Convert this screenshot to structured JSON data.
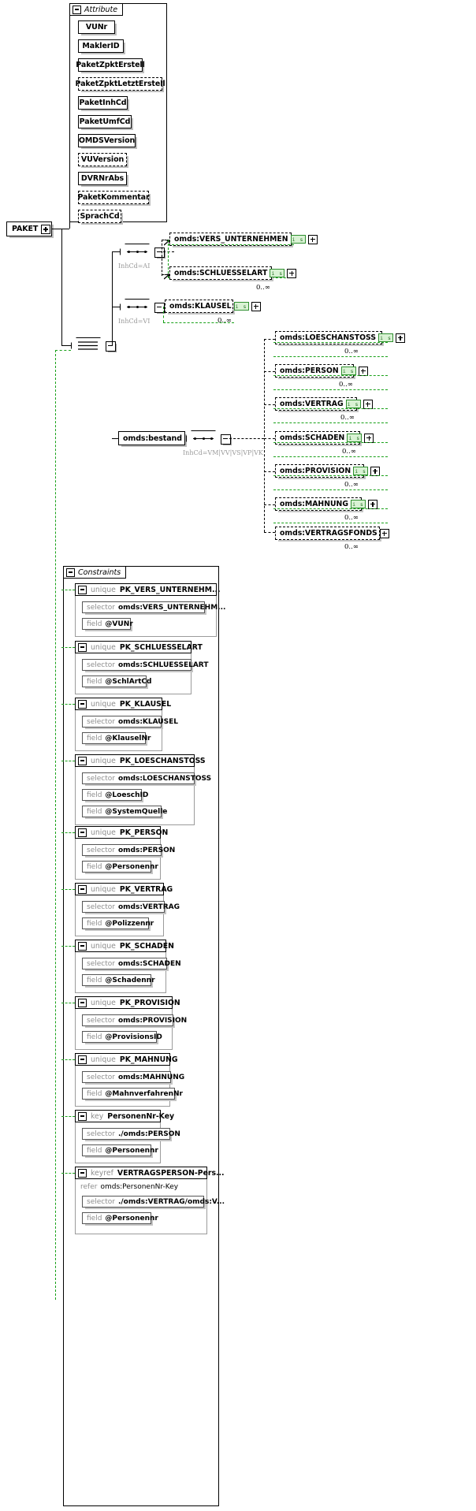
{
  "diagram": {
    "root_element": "PAKET",
    "attribute_group": {
      "title": "Attribute",
      "collapse_icon": "minus-icon",
      "attributes": [
        {
          "name": "VUNr",
          "optional": false
        },
        {
          "name": "MaklerID",
          "optional": false
        },
        {
          "name": "PaketZpktErstell",
          "optional": false
        },
        {
          "name": "PaketZpktLetztErstell",
          "optional": true
        },
        {
          "name": "PaketInhCd",
          "optional": false
        },
        {
          "name": "PaketUmfCd",
          "optional": false
        },
        {
          "name": "OMDSVersion",
          "optional": false
        },
        {
          "name": "VUVersion",
          "optional": true
        },
        {
          "name": "DVRNrAbs",
          "optional": false
        },
        {
          "name": "PaketKommentar",
          "optional": true
        },
        {
          "name": "SprachCd",
          "optional": true
        }
      ]
    },
    "compositors": {
      "choice_icon": "choice-node",
      "sequence_icon": "sequence-node",
      "seq_ai_label": "InhCd=AI",
      "seq_vi_label": "InhCd=VI",
      "seq_bestand_label": "InhCd=VM|VV|VS|VP|VK"
    },
    "branches": [
      {
        "label": "InhCd=AI",
        "elements": [
          {
            "name": "omds:VERS_UNTERNEHMEN",
            "badge": "i s",
            "expand": "plus-icon",
            "occurs": ""
          },
          {
            "name": "omds:SCHLUESSELART",
            "badge": "i s",
            "expand": "plus-icon",
            "occurs": "0..∞"
          }
        ]
      },
      {
        "label": "InhCd=VI",
        "elements": [
          {
            "name": "omds:KLAUSEL",
            "badge": "i s",
            "expand": "plus-icon",
            "occurs": "0..∞"
          }
        ]
      }
    ],
    "bestand": {
      "name": "omds:bestand",
      "label": "InhCd=VM|VV|VS|VP|VK",
      "elements": [
        {
          "name": "omds:LOESCHANSTOSS",
          "badge": "i s",
          "expand": "plus-icon",
          "occurs": "0..∞"
        },
        {
          "name": "omds:PERSON",
          "badge": "i s",
          "expand": "plus-icon",
          "occurs": "0..∞"
        },
        {
          "name": "omds:VERTRAG",
          "badge": "i s",
          "expand": "plus-icon",
          "occurs": "0..∞"
        },
        {
          "name": "omds:SCHADEN",
          "badge": "i s",
          "expand": "plus-icon",
          "occurs": "0..∞"
        },
        {
          "name": "omds:PROVISION",
          "badge": "i s",
          "expand": "plus-icon",
          "occurs": "0..∞"
        },
        {
          "name": "omds:MAHNUNG",
          "badge": "i s",
          "expand": "plus-icon",
          "occurs": "0..∞"
        },
        {
          "name": "omds:VERTRAGSFONDS",
          "badge": "i s",
          "expand": "plus-icon",
          "occurs": "0..∞"
        }
      ]
    },
    "constraints_group": {
      "title": "Constraints",
      "collapse_icon": "minus-icon",
      "items": [
        {
          "kind": "unique",
          "name": "PK_VERS_UNTERNEHM...",
          "rows": [
            {
              "key": "selector",
              "value": "omds:VERS_UNTERNEHM..."
            },
            {
              "key": "field",
              "value": "@VUNr"
            }
          ]
        },
        {
          "kind": "unique",
          "name": "PK_SCHLUESSELART",
          "rows": [
            {
              "key": "selector",
              "value": "omds:SCHLUESSELART"
            },
            {
              "key": "field",
              "value": "@SchlArtCd"
            }
          ]
        },
        {
          "kind": "unique",
          "name": "PK_KLAUSEL",
          "rows": [
            {
              "key": "selector",
              "value": "omds:KLAUSEL"
            },
            {
              "key": "field",
              "value": "@KlauselNr"
            }
          ]
        },
        {
          "kind": "unique",
          "name": "PK_LOESCHANSTOSS",
          "rows": [
            {
              "key": "selector",
              "value": "omds:LOESCHANSTOSS"
            },
            {
              "key": "field",
              "value": "@LoeschID"
            },
            {
              "key": "field",
              "value": "@SystemQuelle"
            }
          ]
        },
        {
          "kind": "unique",
          "name": "PK_PERSON",
          "rows": [
            {
              "key": "selector",
              "value": "omds:PERSON"
            },
            {
              "key": "field",
              "value": "@Personennr"
            }
          ]
        },
        {
          "kind": "unique",
          "name": "PK_VERTRAG",
          "rows": [
            {
              "key": "selector",
              "value": "omds:VERTRAG"
            },
            {
              "key": "field",
              "value": "@Polizzennr"
            }
          ]
        },
        {
          "kind": "unique",
          "name": "PK_SCHADEN",
          "rows": [
            {
              "key": "selector",
              "value": "omds:SCHADEN"
            },
            {
              "key": "field",
              "value": "@Schadennr"
            }
          ]
        },
        {
          "kind": "unique",
          "name": "PK_PROVISION",
          "rows": [
            {
              "key": "selector",
              "value": "omds:PROVISION"
            },
            {
              "key": "field",
              "value": "@ProvisionsID"
            }
          ]
        },
        {
          "kind": "unique",
          "name": "PK_MAHNUNG",
          "rows": [
            {
              "key": "selector",
              "value": "omds:MAHNUNG"
            },
            {
              "key": "field",
              "value": "@MahnverfahrenNr"
            }
          ]
        },
        {
          "kind": "key",
          "name": "PersonenNr-Key",
          "rows": [
            {
              "key": "selector",
              "value": "./omds:PERSON"
            },
            {
              "key": "field",
              "value": "@Personennr"
            }
          ]
        },
        {
          "kind": "keyref",
          "name": "VERTRAGSPERSON-Pers...",
          "refer": {
            "key": "refer",
            "value": "omds:PersonenNr-Key"
          },
          "rows": [
            {
              "key": "selector",
              "value": "./omds:VERTRAG/omds:V..."
            },
            {
              "key": "field",
              "value": "@Personennr"
            }
          ]
        }
      ]
    }
  }
}
